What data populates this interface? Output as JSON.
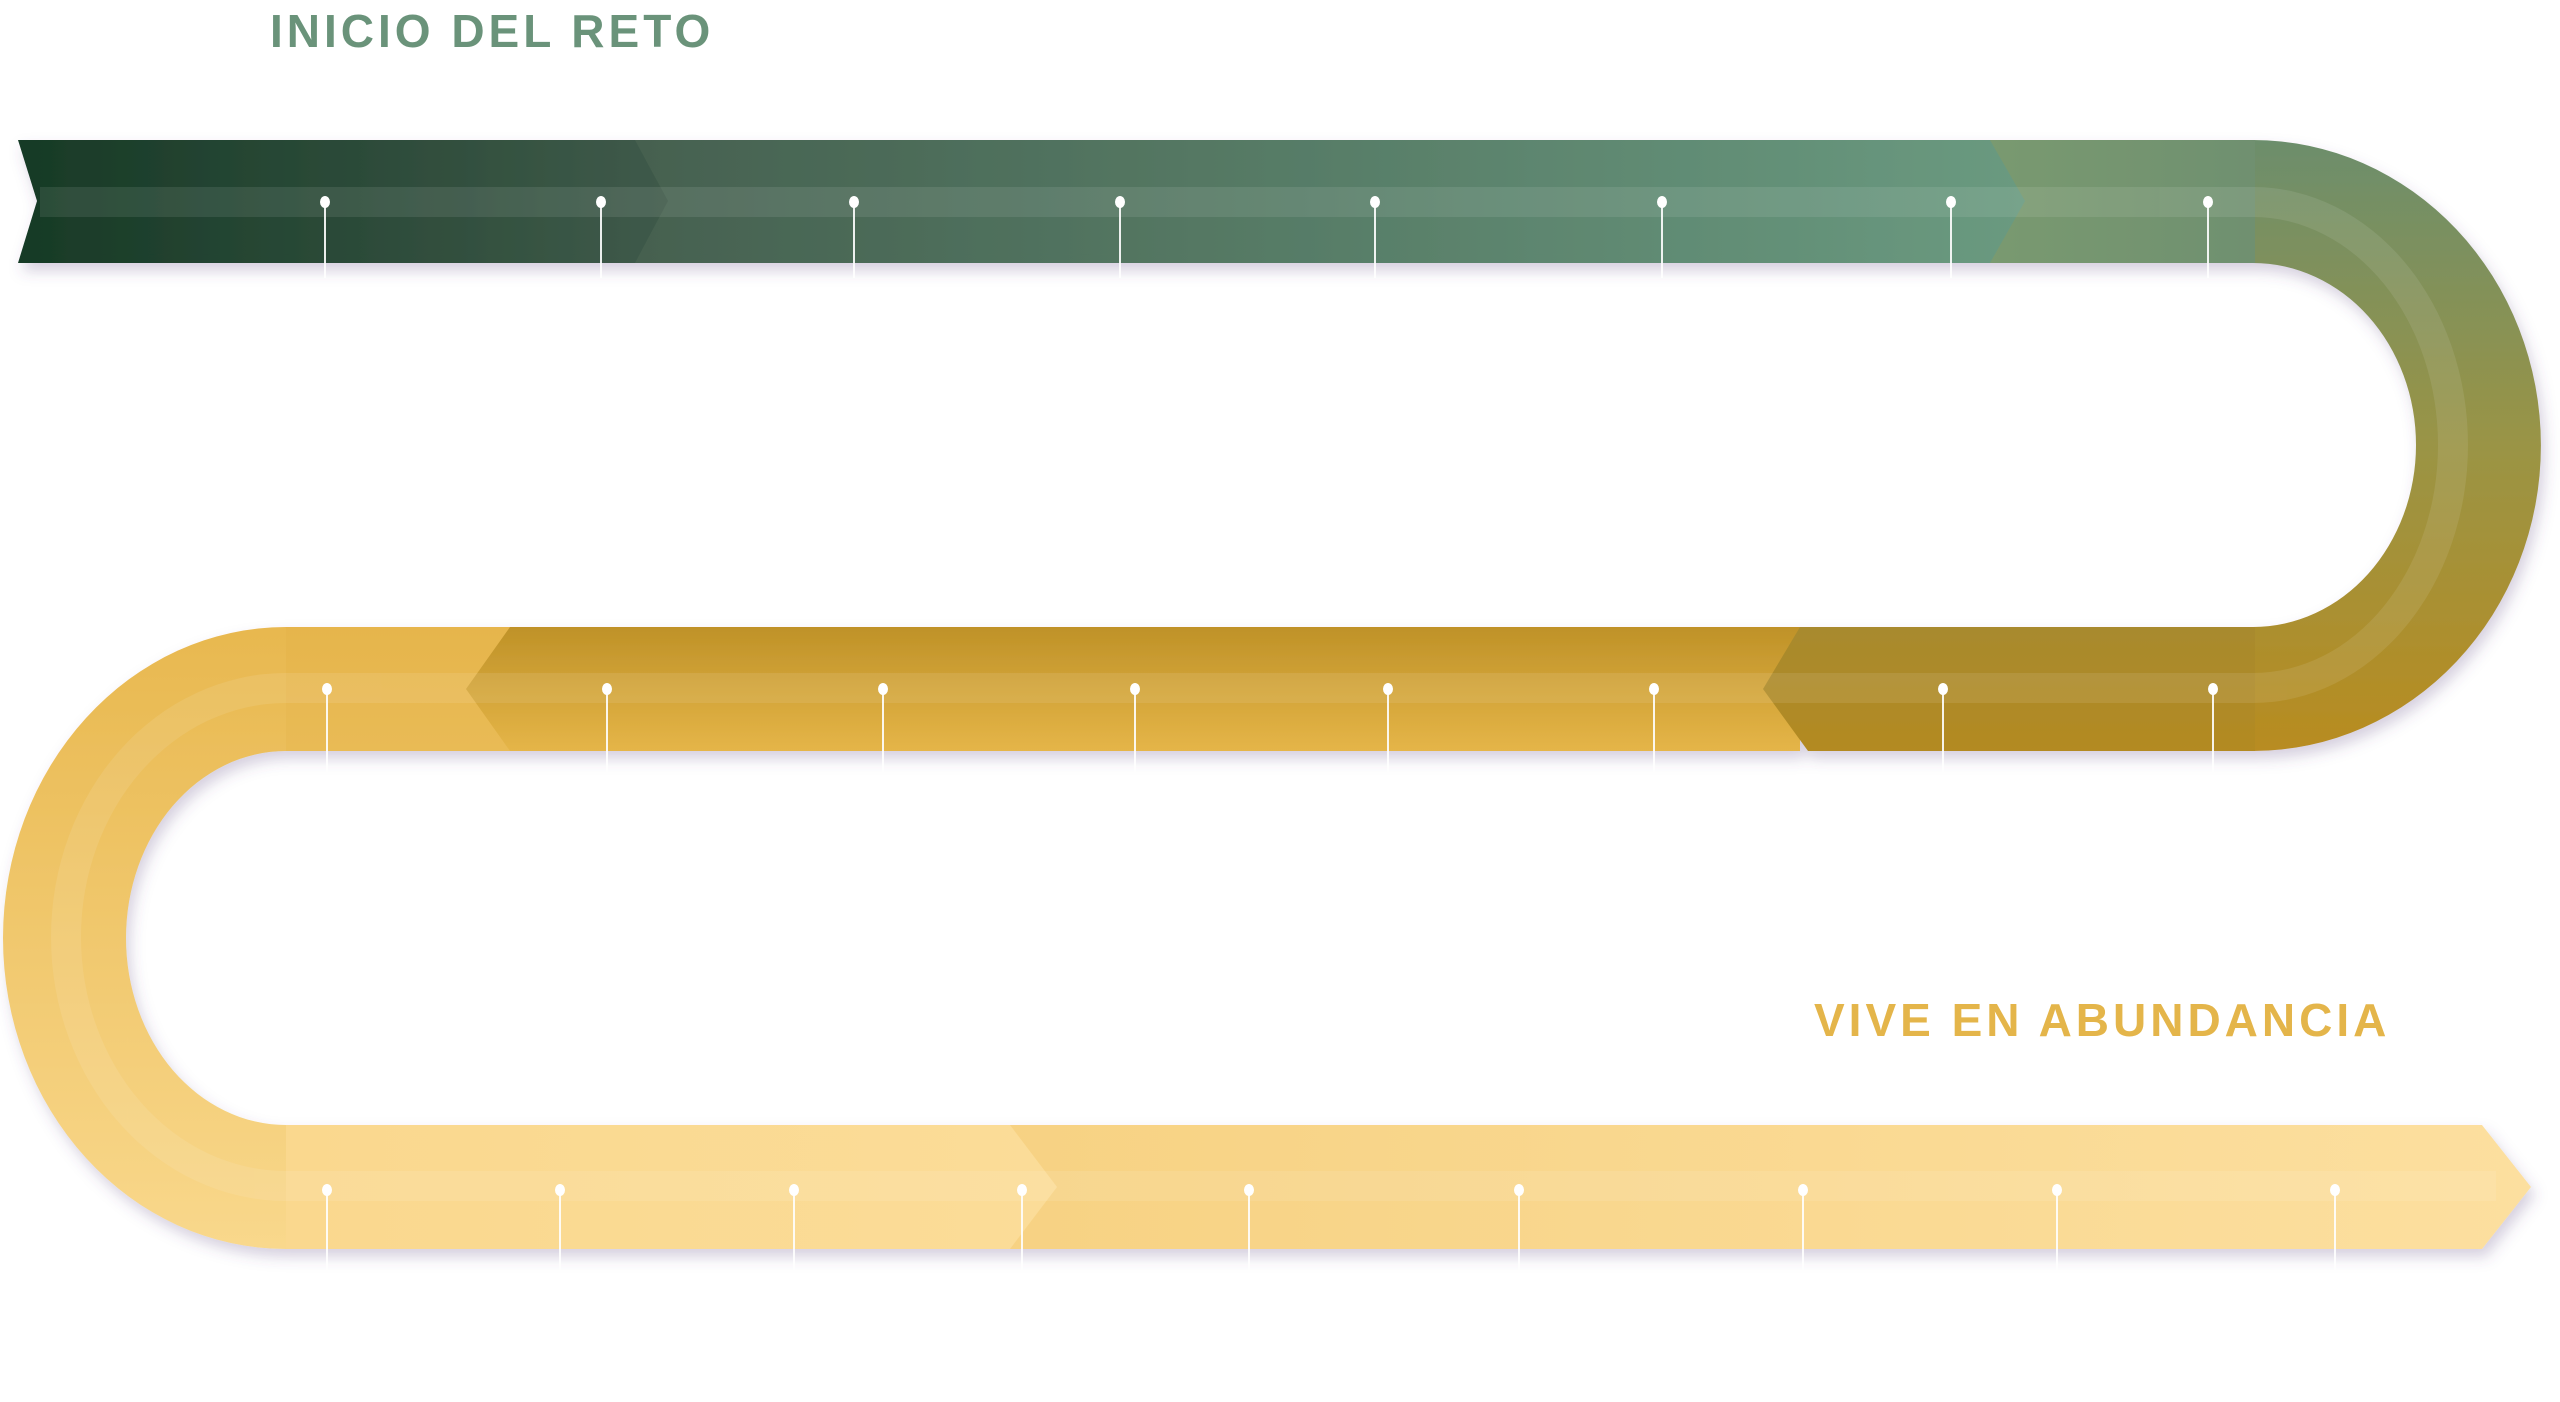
{
  "titles": {
    "start": "INICIO DEL RETO",
    "end": "VIVE EN ABUNDANCIA"
  },
  "colors": {
    "start_title": "#6a937a",
    "end_title": "#e4b54a",
    "dark_green": "#1a3a28",
    "sage_green": "#6a9a80",
    "olive": "#9a9040",
    "gold": "#b58a20",
    "light_gold": "#fbdf9f"
  },
  "rows": [
    {
      "name": "row-1",
      "marker_count": 8
    },
    {
      "name": "row-2",
      "marker_count": 8
    },
    {
      "name": "row-3",
      "marker_count": 9
    }
  ]
}
